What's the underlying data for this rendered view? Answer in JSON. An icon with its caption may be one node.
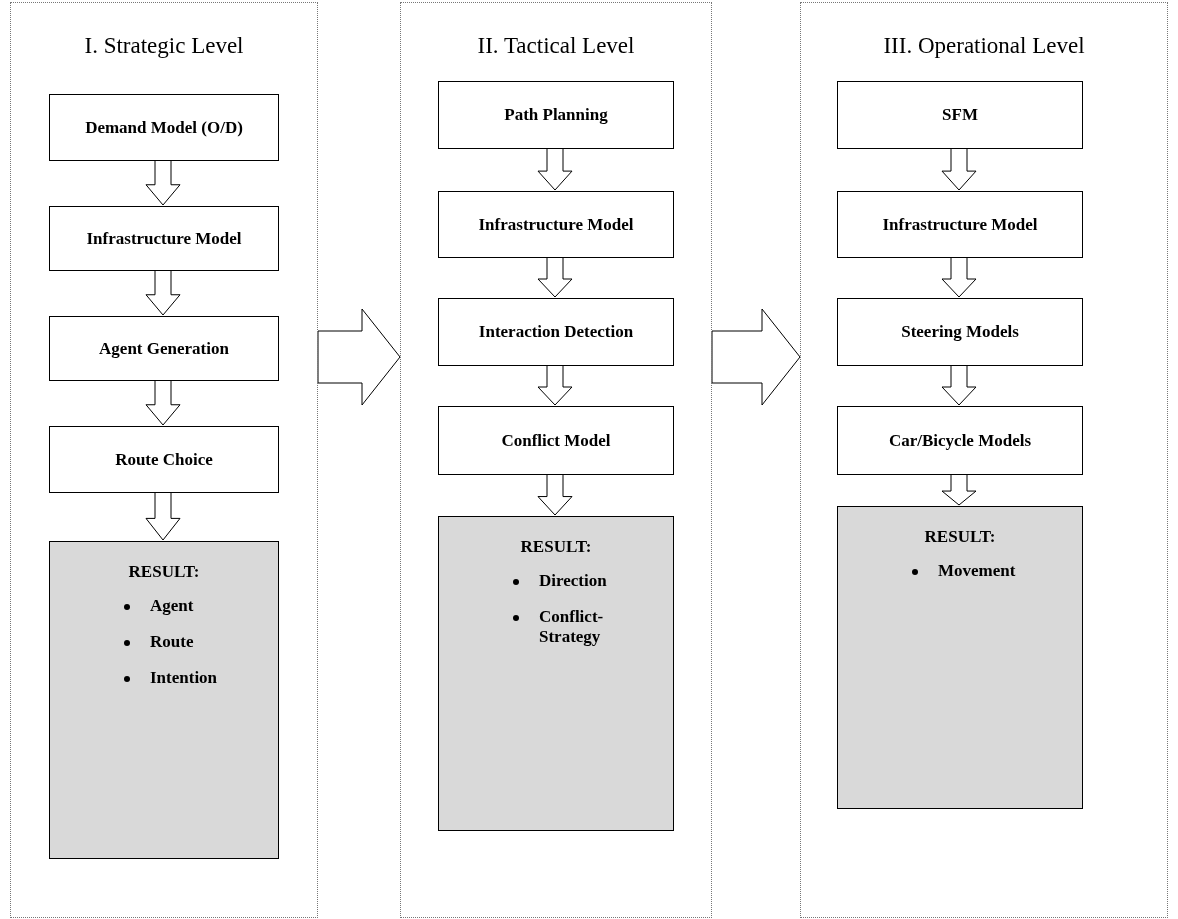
{
  "diagram": {
    "nodes": [
      {
        "text": [
          "I.  Strategic Level"
        ]
      },
      {
        "text": [
          "Demand Model (O/D)"
        ],
        "in": 0
      },
      {
        "text": [
          "Infrastructure Model"
        ],
        "in": 0
      },
      {
        "text": [
          "Agent Generation"
        ],
        "in": 0
      },
      {
        "text": [
          "Route Choice"
        ],
        "in": 0
      },
      {
        "text": [
          "RESULT:",
          "Agent",
          "Route",
          "Intention"
        ],
        "in": 0
      },
      {
        "text": [
          "II.  Tactical Level"
        ]
      },
      {
        "text": [
          "Path Planning"
        ],
        "in": 6
      },
      {
        "text": [
          "Infrastructure Model"
        ],
        "in": 6
      },
      {
        "text": [
          "Interaction Detection"
        ],
        "in": 6
      },
      {
        "text": [
          "Conflict Model"
        ],
        "in": 6
      },
      {
        "text": [
          "RESULT:",
          "Direction",
          "Conflict-Strategy"
        ],
        "in": 6
      },
      {
        "text": [
          "III.  Operational Level"
        ]
      },
      {
        "text": [
          "SFM"
        ],
        "in": 12
      },
      {
        "text": [
          "Infrastructure Model"
        ],
        "in": 12
      },
      {
        "text": [
          "Steering Models"
        ],
        "in": 12
      },
      {
        "text": [
          "Car/Bicycle Models"
        ],
        "in": 12
      },
      {
        "text": [
          "RESULT:",
          "Movement"
        ],
        "in": 12
      }
    ],
    "edges": [
      {
        "from": 1,
        "to": 2,
        "arrow": "to"
      },
      {
        "from": 2,
        "to": 3,
        "arrow": "to"
      },
      {
        "from": 3,
        "to": 4,
        "arrow": "to"
      },
      {
        "from": 4,
        "to": 5,
        "arrow": "to"
      },
      {
        "from": 7,
        "to": 8,
        "arrow": "to"
      },
      {
        "from": 8,
        "to": 9,
        "arrow": "to"
      },
      {
        "from": 9,
        "to": 10,
        "arrow": "to"
      },
      {
        "from": 10,
        "to": 11,
        "arrow": "to"
      },
      {
        "from": 13,
        "to": 14,
        "arrow": "to"
      },
      {
        "from": 14,
        "to": 15,
        "arrow": "to"
      },
      {
        "from": 15,
        "to": 16,
        "arrow": "to"
      },
      {
        "from": 16,
        "to": 17,
        "arrow": "to"
      },
      {
        "from": 0,
        "to": 6,
        "arrow": "to"
      },
      {
        "from": 6,
        "to": 12,
        "arrow": "to"
      }
    ]
  }
}
